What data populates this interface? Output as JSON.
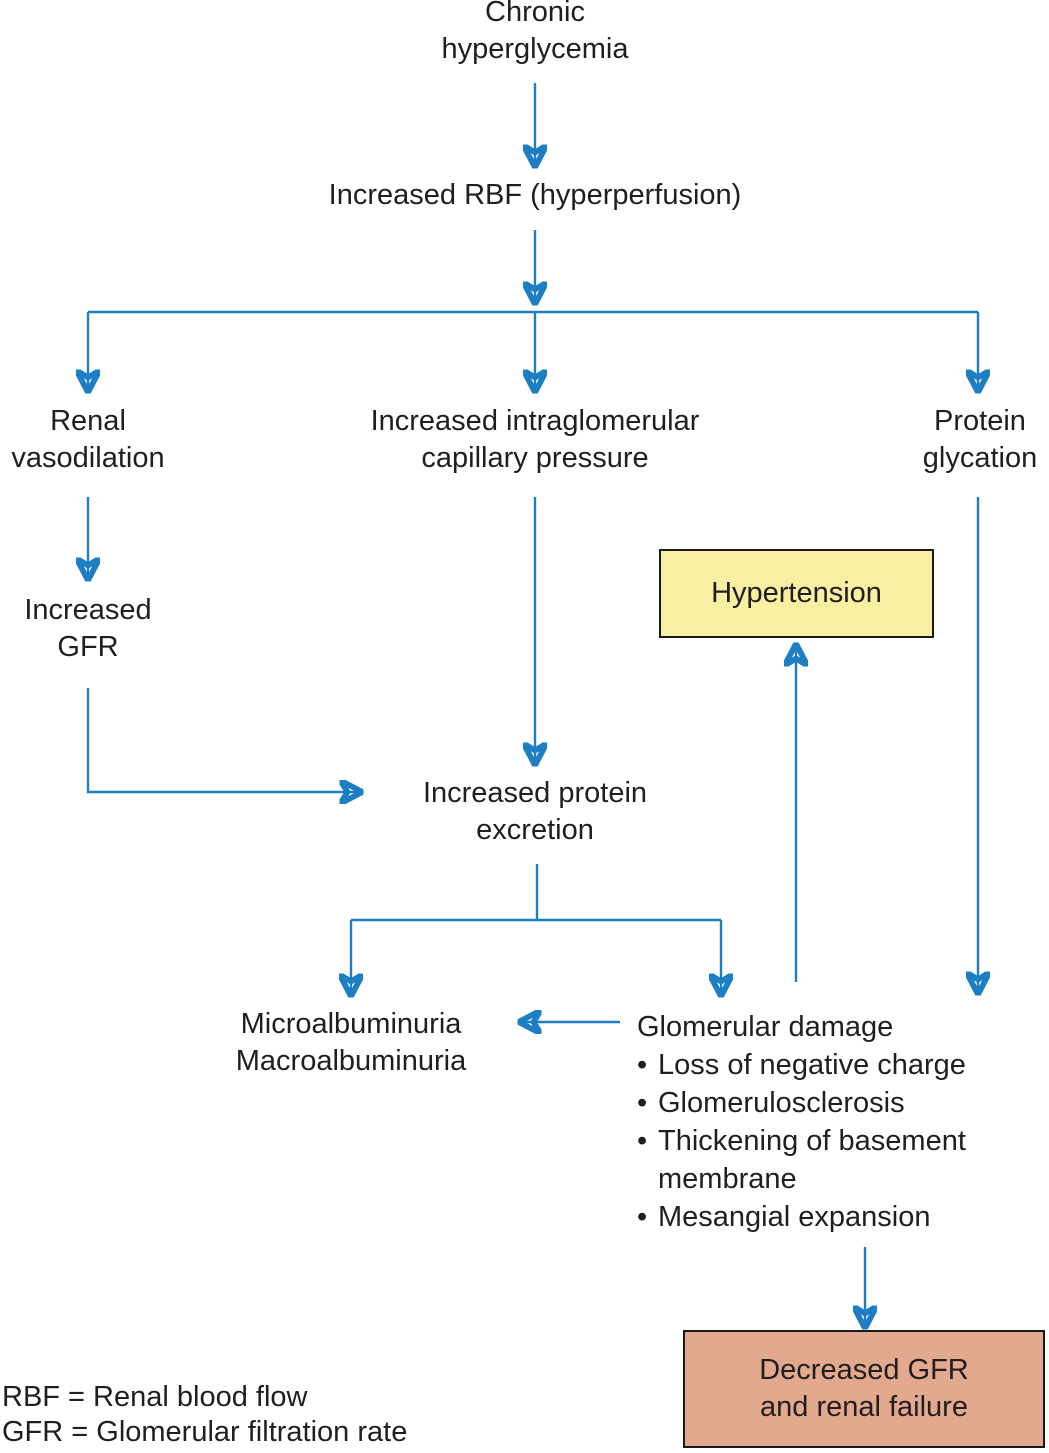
{
  "colors": {
    "arrow": "#1e7ec4",
    "box_yellow": "#f8efa2",
    "box_salmon": "#e2a98f",
    "box_border": "#1a1a1a",
    "text": "#221e1f",
    "background": "#ffffff"
  },
  "nodes": {
    "chronic_hyperglycemia": "Chronic\nhyperglycemia",
    "increased_rbf": "Increased RBF (hyperperfusion)",
    "renal_vasodilation": "Renal\nvasodilation",
    "intraglomerular_pressure": "Increased intraglomerular\ncapillary pressure",
    "protein_glycation": "Protein\nglycation",
    "increased_gfr": "Increased\nGFR",
    "hypertension": "Hypertension",
    "increased_protein_excretion": "Increased protein\nexcretion",
    "albuminuria": "Microalbuminuria\nMacroalbuminuria",
    "glomerular_damage": {
      "title": "Glomerular damage",
      "bullets": [
        "Loss of negative charge",
        "Glomerulosclerosis",
        "Thickening of basement membrane",
        "Mesangial expansion"
      ]
    },
    "decreased_gfr": "Decreased GFR\nand renal failure"
  },
  "legend": {
    "rbf": "RBF = Renal blood flow",
    "gfr": "GFR = Glomerular filtration rate"
  }
}
